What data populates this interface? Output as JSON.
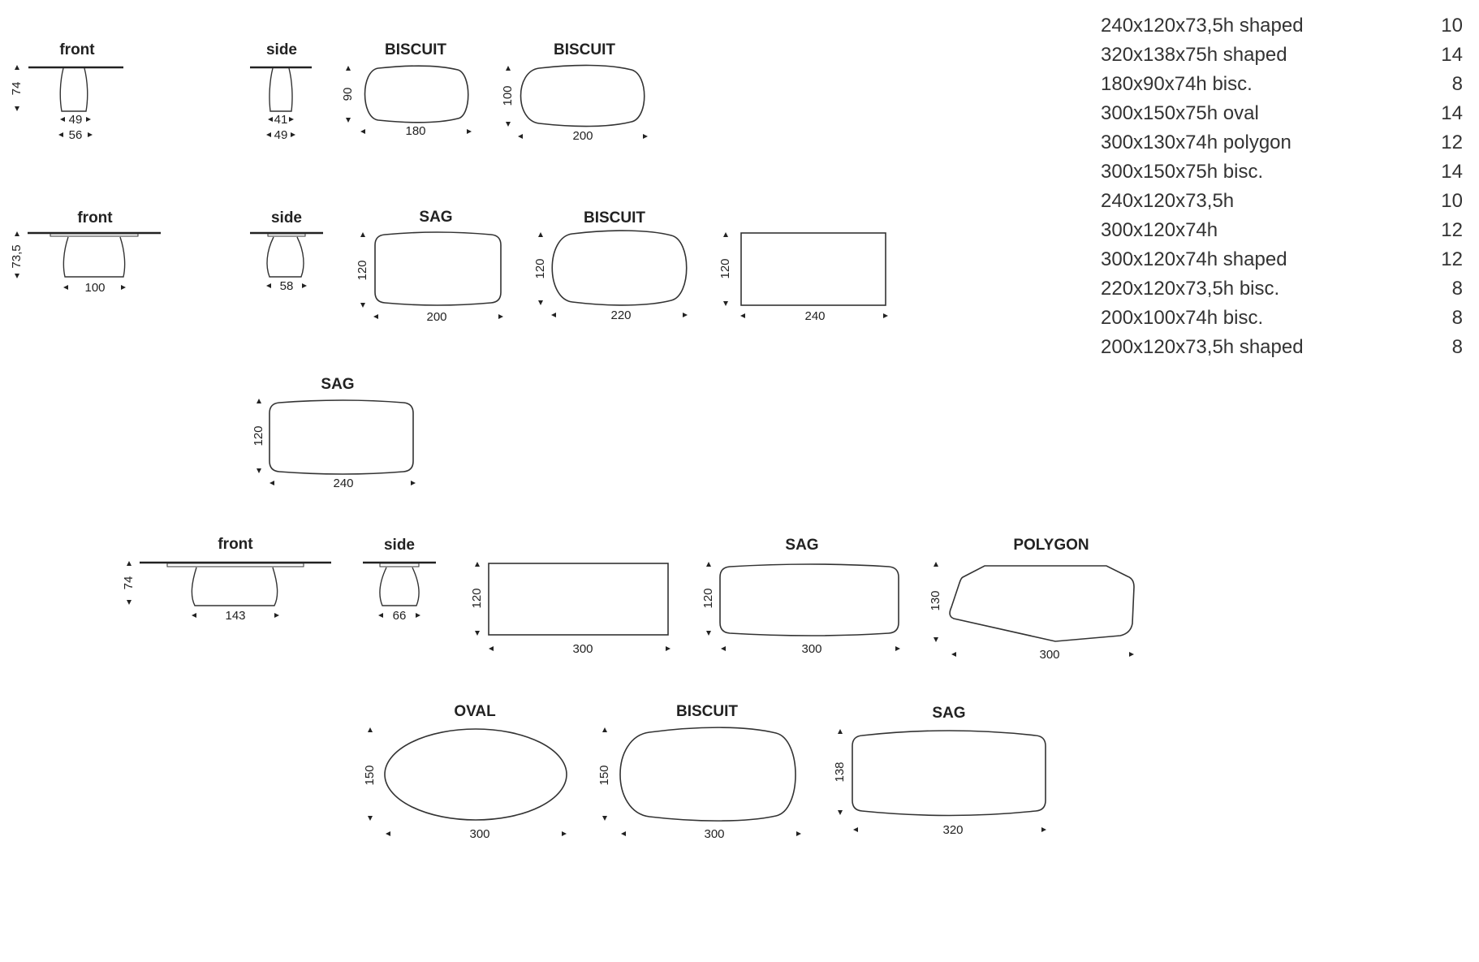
{
  "row1": {
    "front": {
      "label": "front",
      "height": "74",
      "base": "49",
      "width": "56"
    },
    "side": {
      "label": "side",
      "base": "41",
      "width": "49"
    },
    "biscuit_a": {
      "label": "BISCUIT",
      "depth": "90",
      "length": "180"
    },
    "biscuit_b": {
      "label": "BISCUIT",
      "depth": "100",
      "length": "200"
    }
  },
  "row2": {
    "front": {
      "label": "front",
      "height": "73,5",
      "base": "100"
    },
    "side": {
      "label": "side",
      "base": "58"
    },
    "sag": {
      "label": "SAG",
      "depth": "120",
      "length": "200"
    },
    "biscuit": {
      "label": "BISCUIT",
      "depth": "120",
      "length": "220"
    },
    "rect": {
      "label": "",
      "depth": "120",
      "length": "240"
    }
  },
  "row3": {
    "sag": {
      "label": "SAG",
      "depth": "120",
      "length": "240"
    }
  },
  "row4": {
    "front": {
      "label": "front",
      "height": "74",
      "base": "143"
    },
    "side": {
      "label": "side",
      "base": "66"
    },
    "rect": {
      "depth": "120",
      "length": "300"
    },
    "sag": {
      "label": "SAG",
      "depth": "120",
      "length": "300"
    },
    "polygon": {
      "label": "POLYGON",
      "depth": "130",
      "length": "300"
    }
  },
  "row5": {
    "oval": {
      "label": "OVAL",
      "depth": "150",
      "length": "300"
    },
    "biscuit": {
      "label": "BISCUIT",
      "depth": "150",
      "length": "300"
    },
    "sag": {
      "label": "SAG",
      "depth": "138",
      "length": "320"
    }
  },
  "price_list": [
    {
      "name": "240x120x73,5h shaped",
      "seats": "10"
    },
    {
      "name": "320x138x75h shaped",
      "seats": "14"
    },
    {
      "name": "180x90x74h bisc.",
      "seats": "8"
    },
    {
      "name": "300x150x75h oval",
      "seats": "14"
    },
    {
      "name": "300x130x74h polygon",
      "seats": "12"
    },
    {
      "name": "300x150x75h bisc.",
      "seats": "14"
    },
    {
      "name": "240x120x73,5h",
      "seats": "10"
    },
    {
      "name": "300x120x74h",
      "seats": "12"
    },
    {
      "name": "300x120x74h shaped",
      "seats": "12"
    },
    {
      "name": "220x120x73,5h bisc.",
      "seats": "8"
    },
    {
      "name": "200x100x74h bisc.",
      "seats": "8"
    },
    {
      "name": "200x120x73,5h shaped",
      "seats": "8"
    }
  ]
}
